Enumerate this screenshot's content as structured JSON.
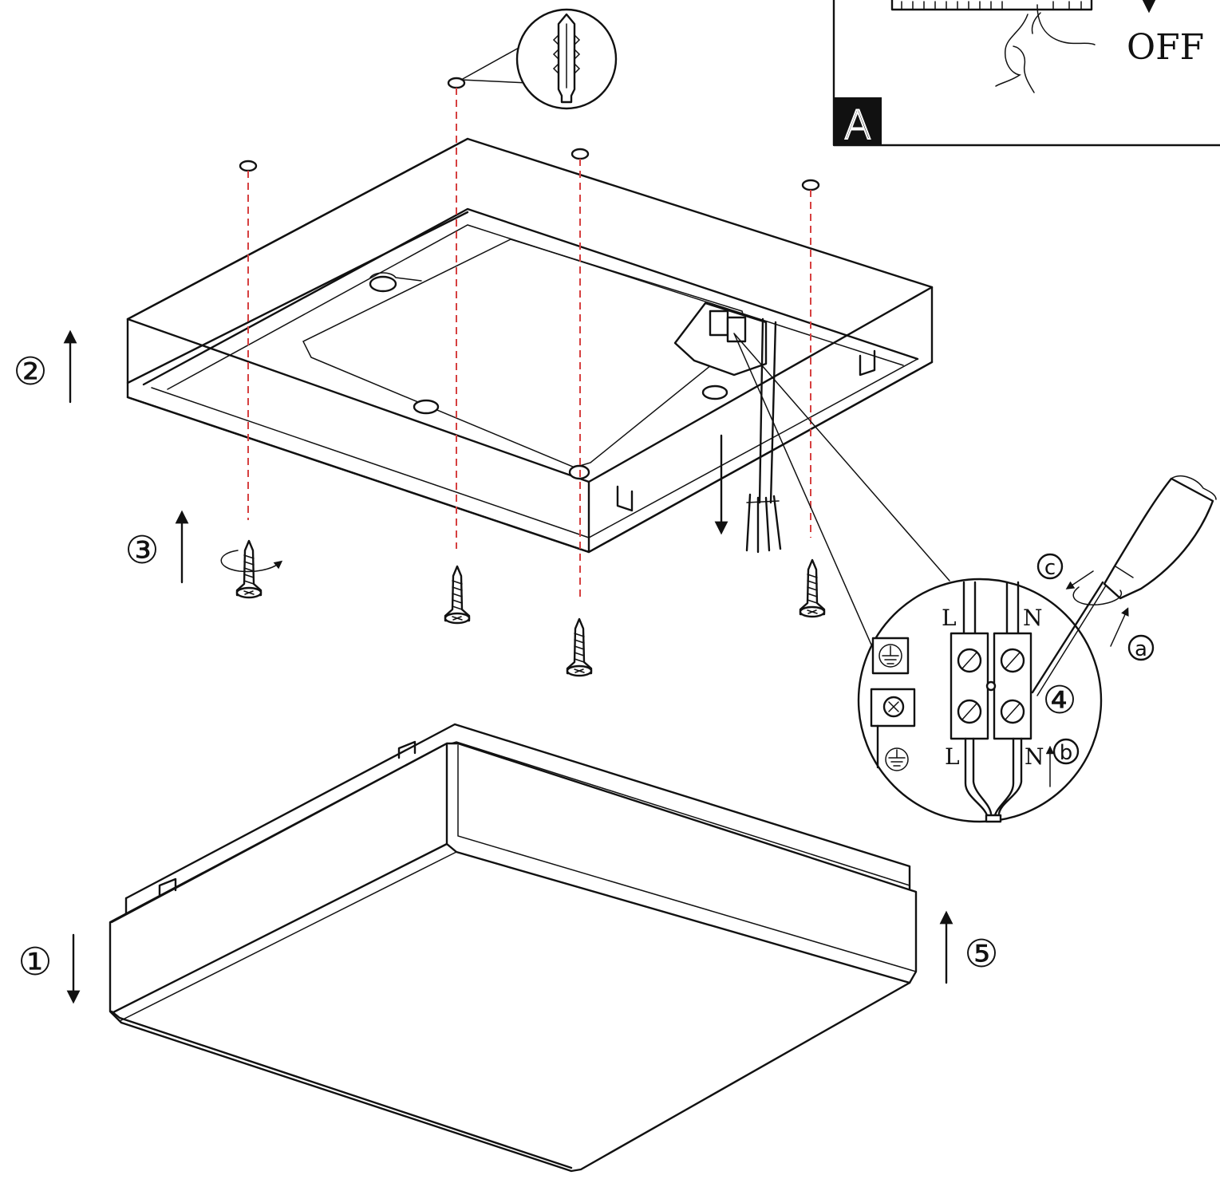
{
  "inset": {
    "label": "A",
    "switch_text": "OFF"
  },
  "steps": {
    "s1": "①",
    "s2": "②",
    "s3": "③",
    "s4": "④",
    "s5": "⑤"
  },
  "substeps": {
    "a": "a",
    "b": "b",
    "c": "c"
  },
  "terminal": {
    "live_top": "L",
    "neutral_top": "N",
    "live_bottom": "L",
    "neutral_bottom": "N"
  },
  "colors": {
    "line": "#111111",
    "drill_guide": "#d64040"
  }
}
